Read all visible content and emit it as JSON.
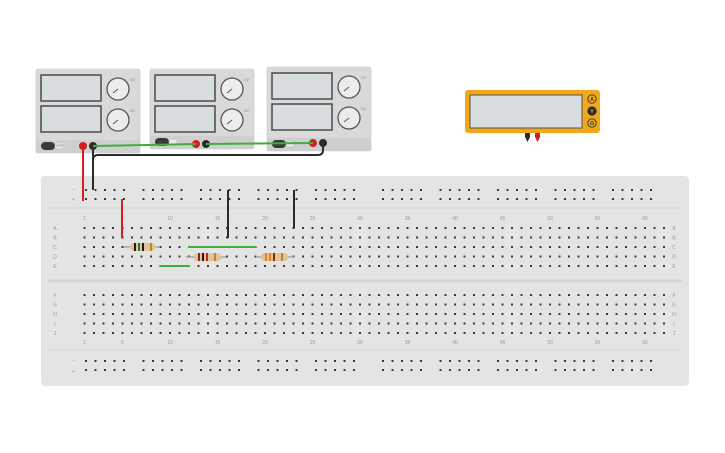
{
  "breadboard": {
    "column_numbers": [
      "1",
      "5",
      "10",
      "15",
      "20",
      "25",
      "30",
      "35",
      "40",
      "45",
      "50",
      "55",
      "60"
    ],
    "row_letters_top": [
      "A",
      "B",
      "C",
      "D",
      "E"
    ],
    "row_letters_bottom": [
      "F",
      "G",
      "H",
      "I",
      "J"
    ],
    "rail_plus": "+",
    "rail_minus": "−"
  },
  "power_supplies": [
    {
      "name": "power-supply-1",
      "knob_labels": [
        "CV",
        "CC"
      ],
      "switch_label": "OFF"
    },
    {
      "name": "power-supply-2",
      "knob_labels": [
        "CV",
        "CC"
      ],
      "switch_label": ""
    },
    {
      "name": "power-supply-3",
      "knob_labels": [
        "CV",
        "CC"
      ],
      "switch_label": ""
    }
  ],
  "multimeter": {
    "mode_buttons": [
      "A",
      "V",
      "Ω"
    ]
  },
  "colors": {
    "board": "#e4e4e4",
    "hole": "#3a3a3a",
    "wire_red": "#d21f1f",
    "wire_black": "#2b2b2b",
    "wire_green": "#3fae3f",
    "psu_body": "#d9d9d9",
    "lcd": "#d8dde0",
    "multimeter_body": "#f1a81b"
  }
}
